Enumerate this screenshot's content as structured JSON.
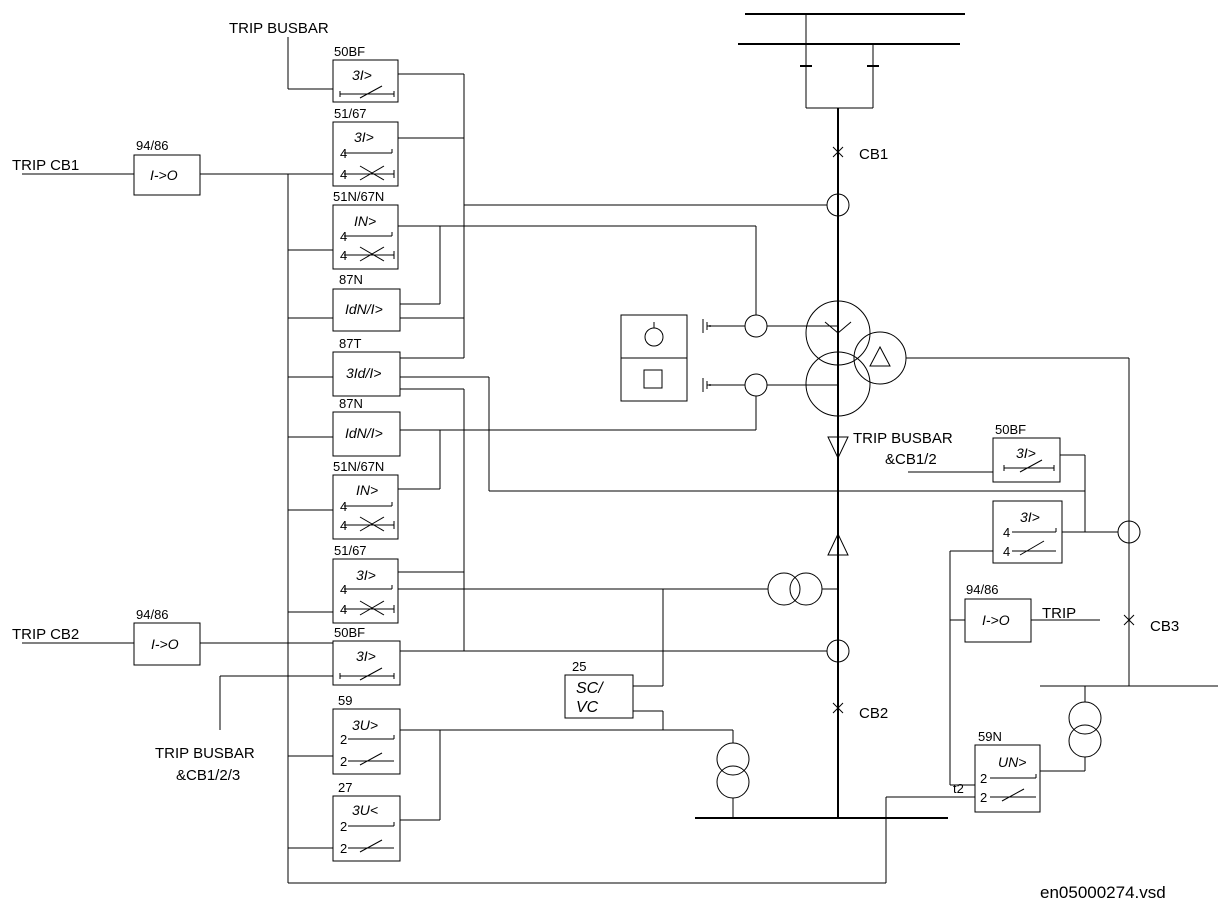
{
  "outer_labels": {
    "trip_busbar_top": "TRIP BUSBAR",
    "trip_cb1": "TRIP CB1",
    "trip_cb2": "TRIP CB2",
    "trip_busbar_cb123_l1": "TRIP BUSBAR",
    "trip_busbar_cb123_l2": "&CB1/2/3",
    "trip_busbar_cb12_l1": "TRIP BUSBAR",
    "trip_busbar_cb12_l2": "&CB1/2",
    "trip_right": "TRIP",
    "cb1": "CB1",
    "cb2": "CB2",
    "cb3": "CB3",
    "t2": "t2",
    "filename": "en05000274.vsd"
  },
  "lockouts": {
    "cb1": {
      "code": "94/86",
      "text": "I->O"
    },
    "cb2": {
      "code": "94/86",
      "text": "I->O"
    },
    "right": {
      "code": "94/86",
      "text": "I->O"
    }
  },
  "functions": {
    "f50bf_top": {
      "code": "50BF",
      "text": "3I>"
    },
    "f5167_top": {
      "code": "51/67",
      "text": "3I>",
      "s1": "4",
      "s2": "4"
    },
    "f51n_top": {
      "code": "51N/67N",
      "text": "IN>",
      "s1": "4",
      "s2": "4"
    },
    "f87n_top": {
      "code": "87N",
      "text": "IdN/I>"
    },
    "f87t": {
      "code": "87T",
      "text": "3Id/I>"
    },
    "f87n_bot": {
      "code": "87N",
      "text": "IdN/I>"
    },
    "f51n_bot": {
      "code": "51N/67N",
      "text": "IN>",
      "s1": "4",
      "s2": "4"
    },
    "f5167_bot": {
      "code": "51/67",
      "text": "3I>",
      "s1": "4",
      "s2": "4"
    },
    "f50bf_bot": {
      "code": "50BF",
      "text": "3I>"
    },
    "f59": {
      "code": "59",
      "text": "3U>",
      "s1": "2",
      "s2": "2"
    },
    "f27": {
      "code": "27",
      "text": "3U<",
      "s1": "2",
      "s2": "2"
    },
    "f25": {
      "code": "25",
      "text1": "SC/",
      "text2": "VC"
    },
    "f50bf_right": {
      "code": "50BF",
      "text": "3I>"
    },
    "f51_right": {
      "text": "3I>",
      "s1": "4",
      "s2": "4"
    },
    "f59n": {
      "code": "59N",
      "text": "UN>",
      "s1": "2",
      "s2": "2"
    }
  }
}
